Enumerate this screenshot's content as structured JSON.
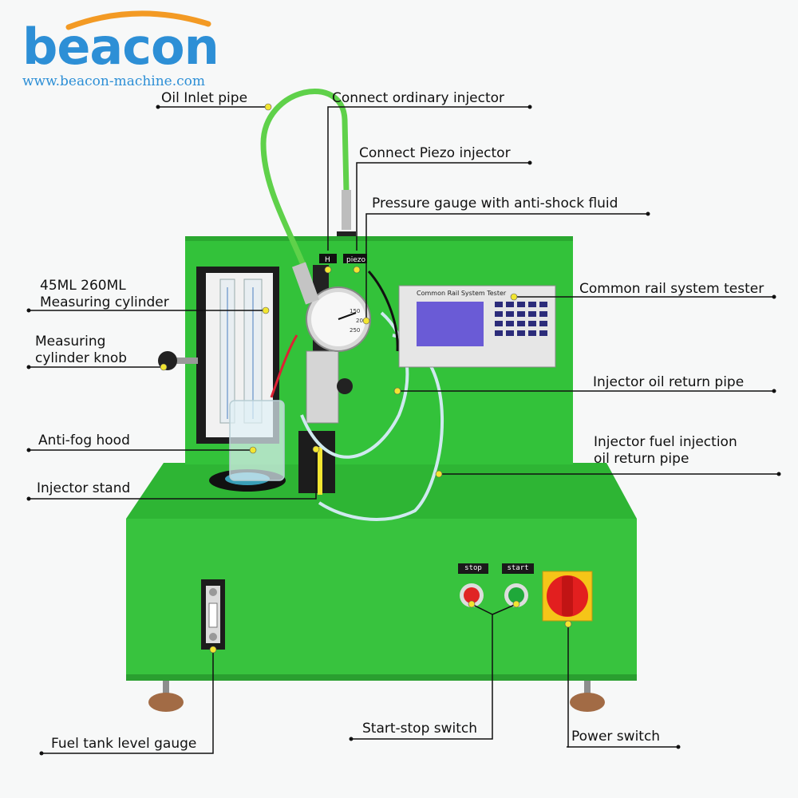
{
  "brand": {
    "name": "beacon",
    "url": "www.beacon-machine.com",
    "colors": {
      "brand_blue": "#2d8fd6",
      "brand_orange": "#f39a24"
    }
  },
  "colors": {
    "machine_green": "#33c23a",
    "pipe_green": "#5fd14a",
    "callout_dot": "#f2e531",
    "callout_line": "#111111",
    "stop_button": "#e02424",
    "start_button": "#1fa83a",
    "power_switch_red": "#e21f1f",
    "power_switch_yellow": "#f5c518"
  },
  "machine": {
    "screen_title": "Common Rail System Tester",
    "gauge_marks": [
      "150",
      "200",
      "250"
    ],
    "port_labels": [
      "H",
      "piezo"
    ],
    "stop_label": "stop",
    "start_label": "start"
  },
  "callouts": {
    "oil_inlet_pipe": "Oil Inlet pipe",
    "connect_ordinary_injector": "Connect ordinary injector",
    "connect_piezo_injector": "Connect Piezo injector",
    "pressure_gauge": "Pressure gauge with anti-shock fluid",
    "measuring_cylinder": [
      "45ML 260ML",
      "Measuring cylinder"
    ],
    "common_rail_tester": "Common rail system tester",
    "measuring_cylinder_knob": [
      "Measuring",
      "cylinder knob"
    ],
    "injector_oil_return_pipe": "Injector oil return pipe",
    "anti_fog_hood": "Anti-fog hood",
    "injector_fuel_injection_return": [
      "Injector fuel injection",
      "oil return pipe"
    ],
    "injector_stand": "Injector stand",
    "fuel_tank_level_gauge": "Fuel tank level gauge",
    "start_stop_switch": "Start-stop switch",
    "power_switch": "Power switch"
  }
}
